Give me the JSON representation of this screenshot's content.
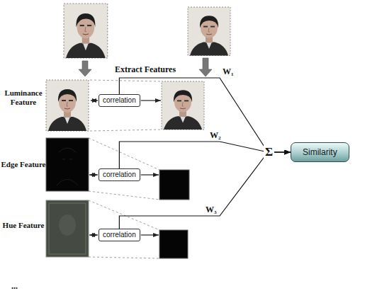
{
  "diagram": {
    "nodes": [
      {
        "text": [
          "correlation"
        ]
      },
      {
        "text": [
          "correlation"
        ]
      },
      {
        "text": [
          "correlation"
        ]
      },
      {
        "text": [
          "Similarity"
        ]
      }
    ],
    "edges": [
      {
        "from": 0,
        "to": 3,
        "arrow": "to",
        "label": "W₁"
      },
      {
        "from": 1,
        "to": 3,
        "arrow": "to",
        "label": "W₂"
      },
      {
        "from": 2,
        "to": 3,
        "arrow": "to",
        "label": "W₃"
      }
    ],
    "labels": [
      "Extract Features",
      "Luminance Feature",
      "Edge Feature",
      "Hue Feature",
      "...",
      "Σ"
    ]
  }
}
